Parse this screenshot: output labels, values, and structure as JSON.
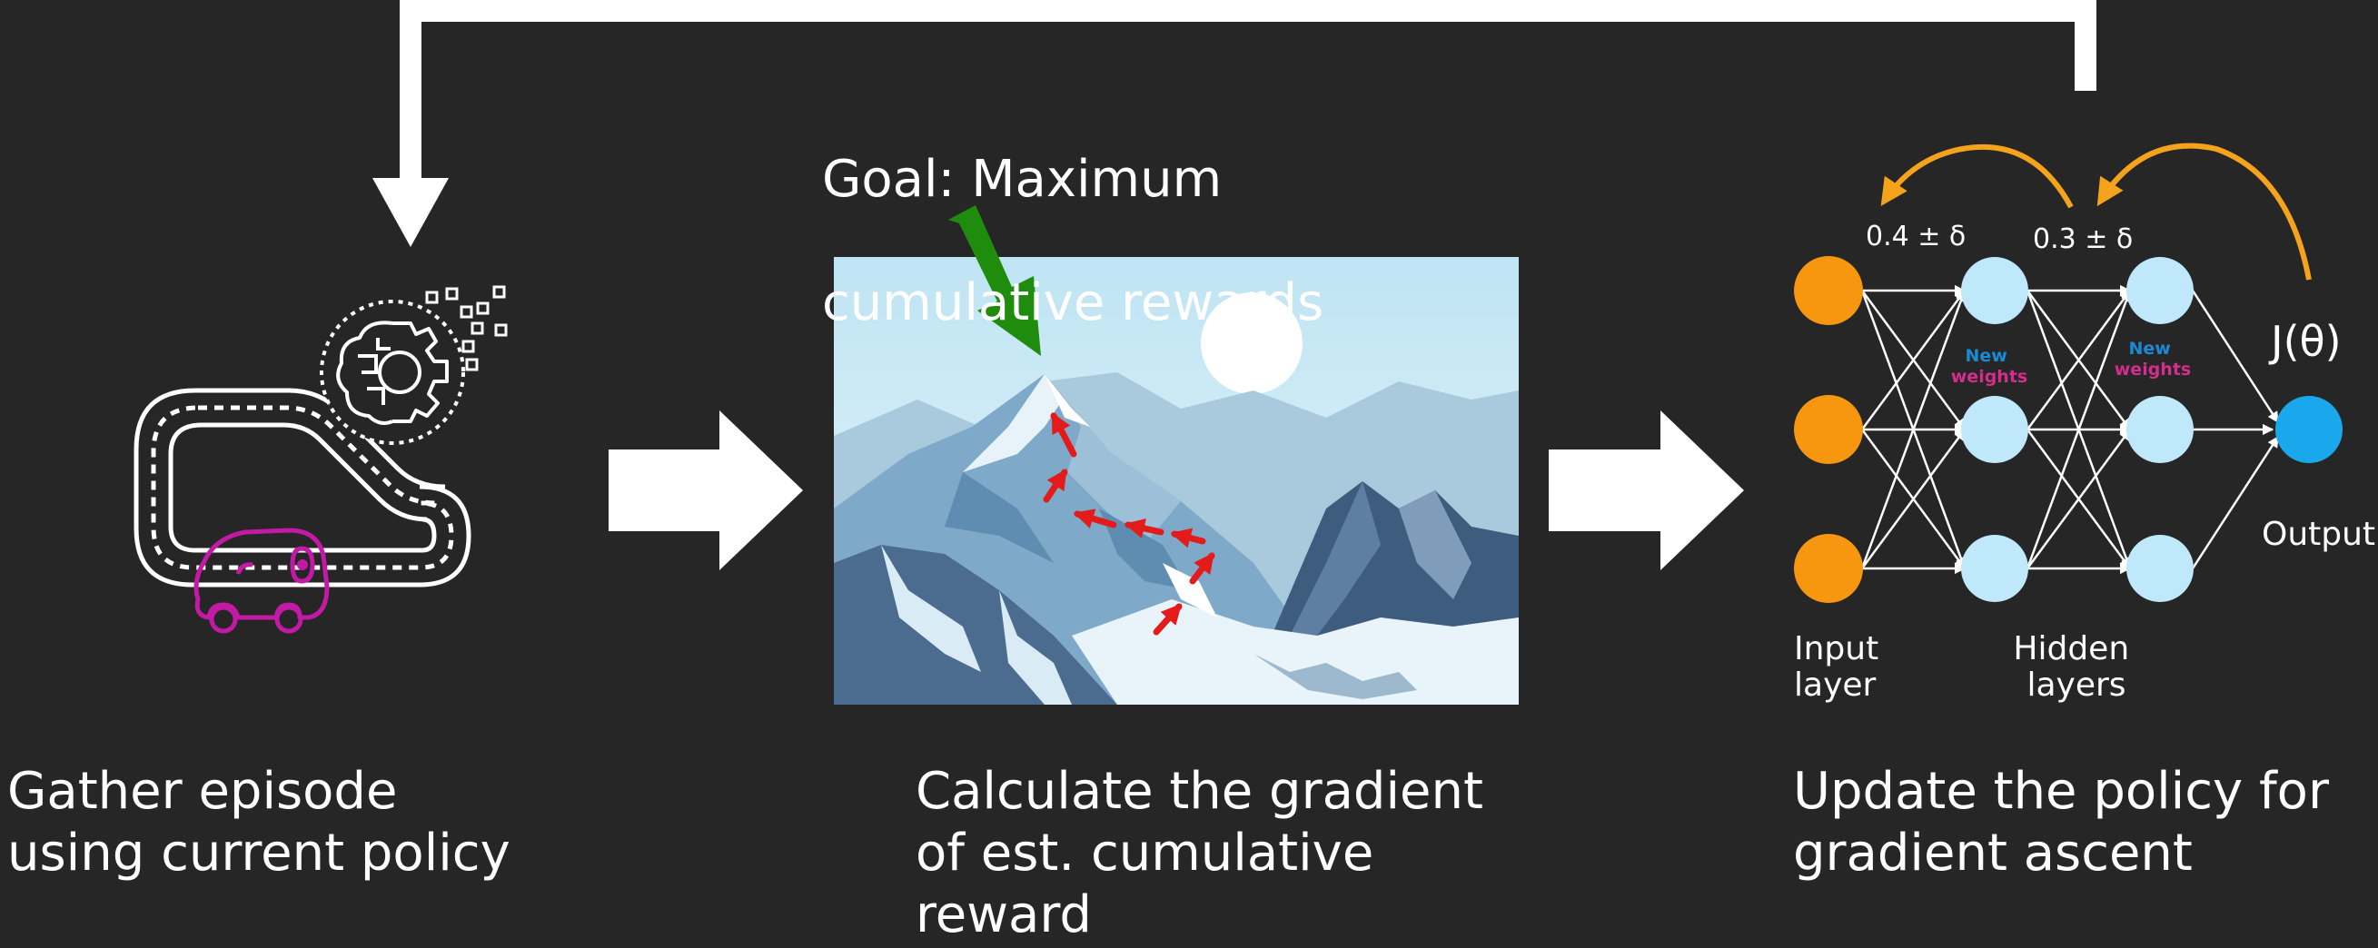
{
  "goal": {
    "line1": "Goal: Maximum",
    "line2": "cumulative rewards"
  },
  "steps": [
    {
      "caption": "Gather episode\nusing current policy"
    },
    {
      "caption": "Calculate the gradient\nof est. cumulative\nreward"
    },
    {
      "caption": "Update the policy for\ngradient ascent"
    }
  ],
  "network": {
    "weight_label_1": "0.4 ± δ",
    "weight_label_2": "0.3 ± δ",
    "new_weights_1": {
      "line1": "New",
      "line2": "weights"
    },
    "new_weights_2": {
      "line1": "New",
      "line2": "weights"
    },
    "objective": "J(θ)",
    "output_label": "Output",
    "input_label": {
      "line1": "Input",
      "line2": "layer"
    },
    "hidden_label": {
      "line1": "Hidden",
      "line2": "layers"
    }
  },
  "colors": {
    "background": "#262626",
    "input_node": "#f7960f",
    "hidden_node": "#bfe8fb",
    "output_node": "#1aa8ec",
    "update_arrow": "#f5a31d",
    "goal_arrow": "#1f8c0e",
    "path_arrows": "#e31b1b",
    "car": "#c21aa5",
    "new_label": "#1a8ad4",
    "weights_label": "#d42d8b"
  }
}
